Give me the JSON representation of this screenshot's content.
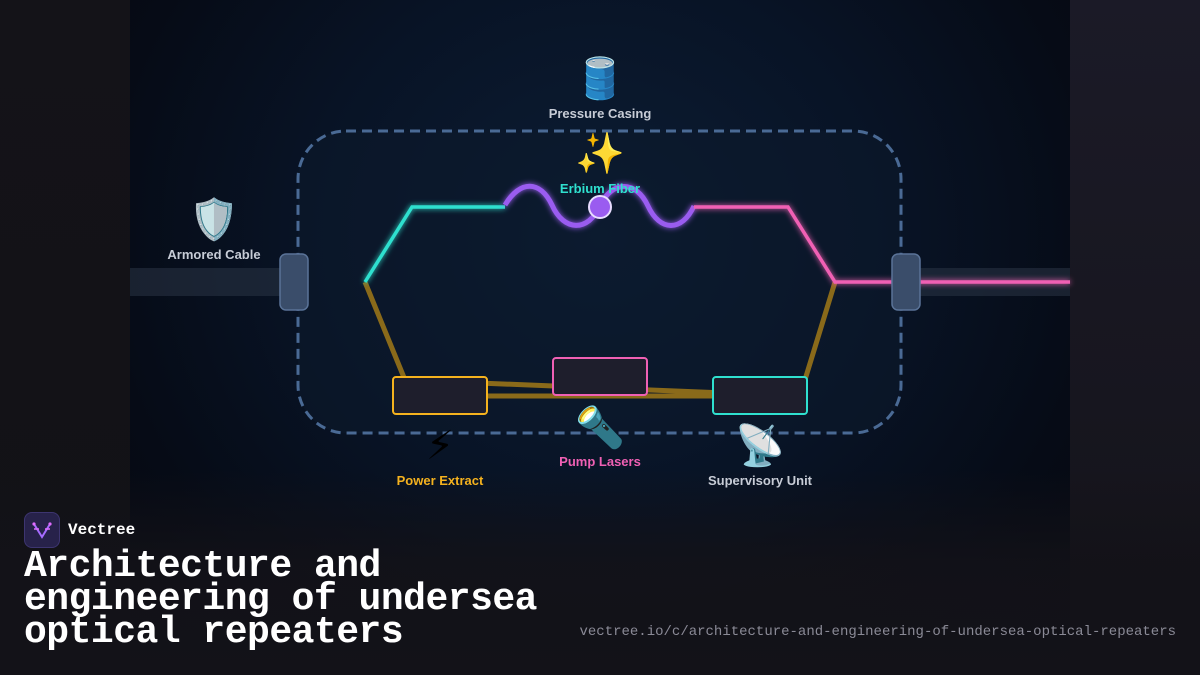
{
  "nodes": {
    "pressure_casing": {
      "icon": "oil-drum-icon",
      "glyph": "🛢️",
      "label": "Pressure Casing",
      "color": "#c7ccd6"
    },
    "erbium_fiber": {
      "icon": "sparkles-icon",
      "glyph": "✨",
      "label": "Erbium Fiber",
      "color": "#2fe0cf"
    },
    "armored_cable": {
      "icon": "shield-icon",
      "glyph": "🛡️",
      "label": "Armored Cable",
      "color": "#c7ccd6"
    },
    "power_extract": {
      "icon": "lightning-icon",
      "glyph": "⚡",
      "label": "Power Extract",
      "color": "#f5b21e"
    },
    "pump_lasers": {
      "icon": "flashlight-icon",
      "glyph": "🔦",
      "label": "Pump Lasers",
      "color": "#f060b4"
    },
    "supervisory_unit": {
      "icon": "satellite-dish-icon",
      "glyph": "📡",
      "label": "Supervisory Unit",
      "color": "#c7ccd6"
    }
  },
  "colors": {
    "cyan": "#2fe0cf",
    "magenta": "#f060b4",
    "violet": "#9a5cf0",
    "power": "#8a6a1a",
    "casing_border": "#4a6a95",
    "incoming": "#3ddc8a"
  },
  "brand": {
    "name": "Vectree",
    "icon": "vectree-logo-icon"
  },
  "title": "Architecture and engineering of undersea optical repeaters",
  "url": "vectree.io/c/architecture-and-engineering-of-undersea-optical-repeaters"
}
